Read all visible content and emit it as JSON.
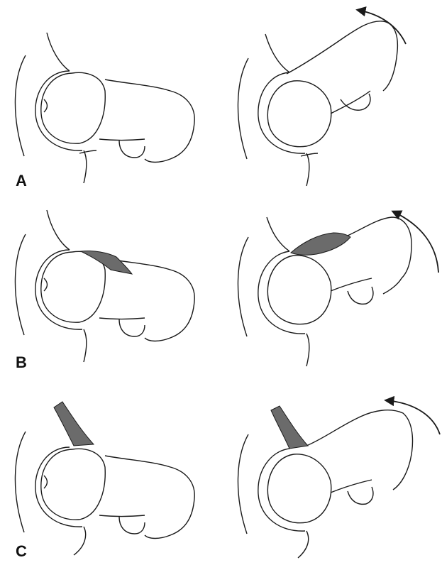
{
  "figure": {
    "panels": [
      {
        "label": "A"
      },
      {
        "label": "B"
      },
      {
        "label": "C"
      }
    ],
    "colors": {
      "line": "#1a1a1a",
      "shaded": "#6b6b6b"
    }
  }
}
